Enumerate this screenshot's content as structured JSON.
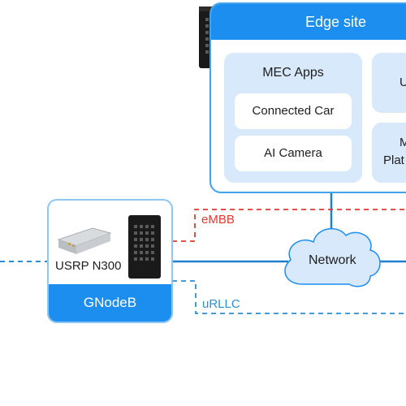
{
  "edge_site": {
    "title": "Edge site",
    "mec_apps": {
      "title": "MEC Apps",
      "apps": [
        "Connected Car",
        "AI Camera"
      ]
    },
    "right_panel_top_text": "U",
    "right_panel_bottom_text_line1": "M",
    "right_panel_bottom_text_line2": "Plat"
  },
  "gnodeb": {
    "title": "GNodeB",
    "radio_label": "USRP N300"
  },
  "network": {
    "label": "Network"
  },
  "links": {
    "embb_label": "eMBB",
    "urllc_label": "uRLLC"
  },
  "colors": {
    "primary_blue": "#1c8ef0",
    "light_panel": "#d7e9fb",
    "embb_red": "#e23a2f",
    "urllc_blue": "#2a8fd8",
    "line_blue": "#1f7fc8"
  }
}
